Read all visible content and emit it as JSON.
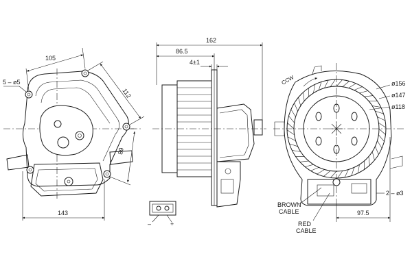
{
  "dimensions": {
    "left_view": {
      "d105": "105",
      "holes": "5 – ø5",
      "d112": "112",
      "d89": "89",
      "d143": "143"
    },
    "side_view": {
      "d162": "162",
      "d86_5": "86.5",
      "d4": "4±1"
    },
    "right_view": {
      "rotation": "CCW",
      "dia156": "ø156",
      "dia147": "ø147",
      "dia118": "ø118",
      "holes": "2 – ø3",
      "d97_5": "97.5"
    }
  },
  "connector": {
    "minus": "–",
    "plus": "+"
  },
  "cables": {
    "brown_line1": "BROWN",
    "brown_line2": "CABLE",
    "red_line1": "RED",
    "red_line2": "CABLE"
  }
}
